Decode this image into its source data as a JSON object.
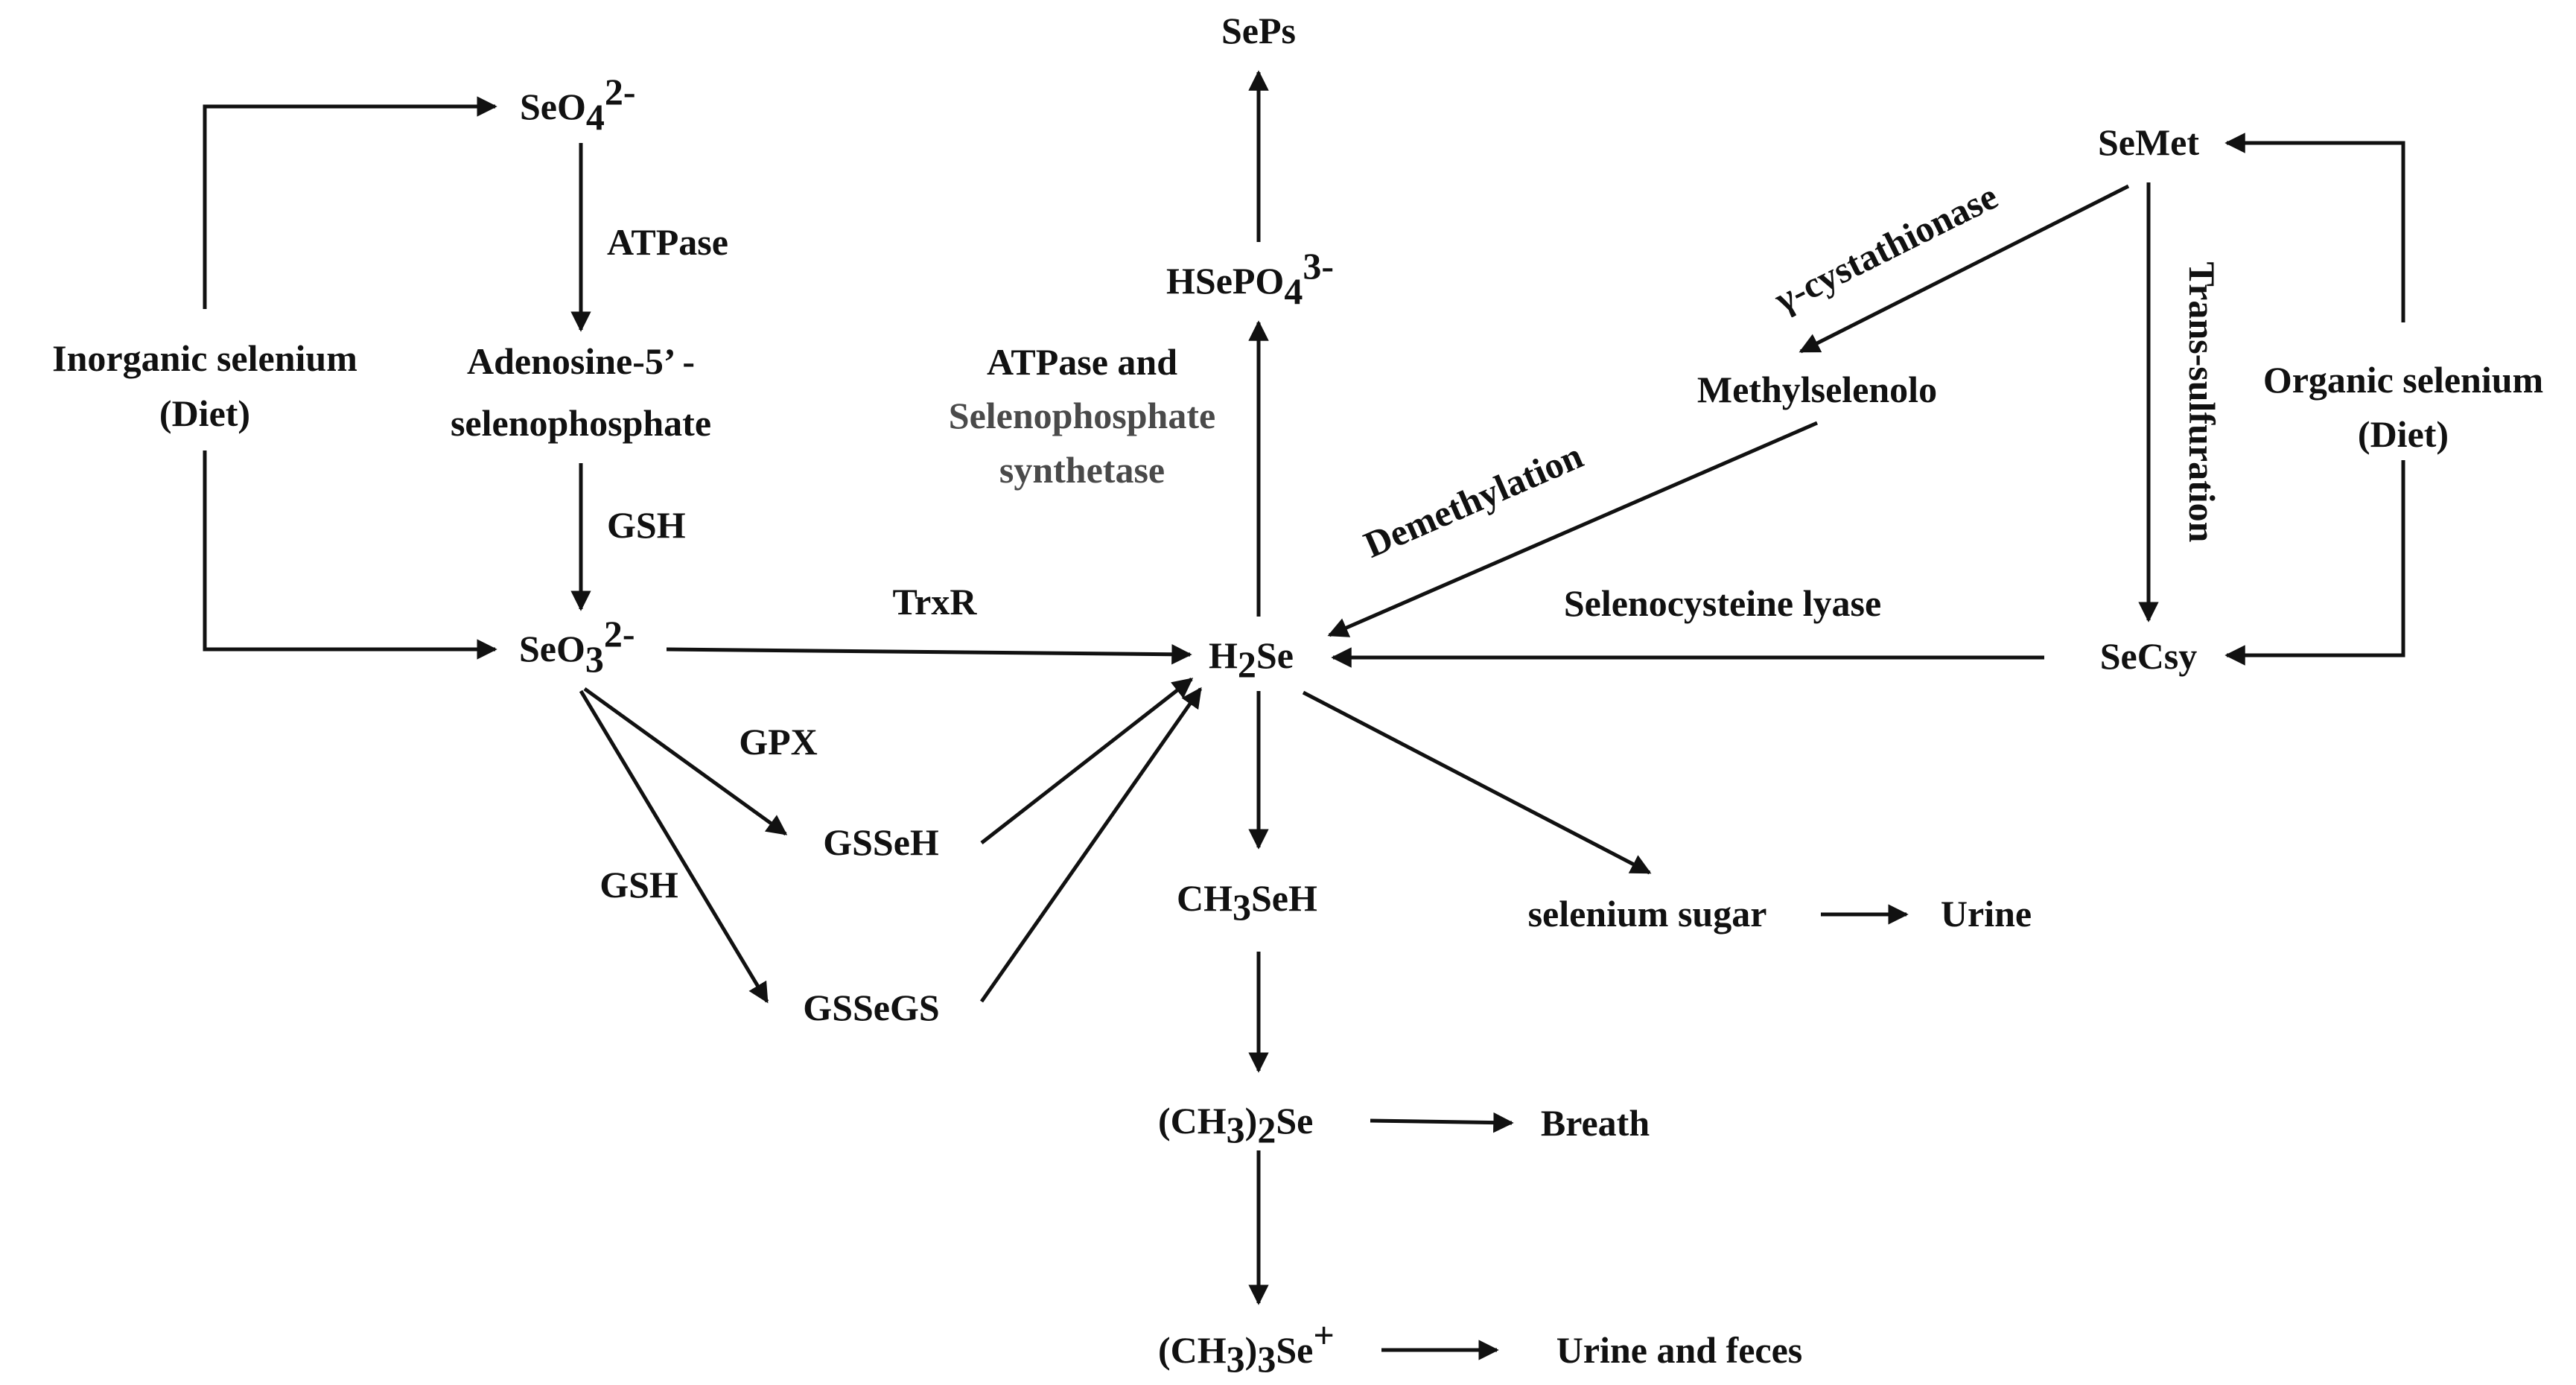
{
  "nodes": {
    "inorganic_line1": "Inorganic selenium",
    "inorganic_line2": "(Diet)",
    "organic_line1": "Organic selenium",
    "organic_line2": "(Diet)",
    "seo4": {
      "base": "SeO",
      "sub": "4",
      "sup": "2-"
    },
    "adenosine_line1": "Adenosine-5’ -",
    "adenosine_line2": "selenophosphate",
    "seo3": {
      "base": "SeO",
      "sub": "3",
      "sup": "2-"
    },
    "h2se": {
      "pre": "H",
      "sub": "2",
      "post": "Se"
    },
    "hsepo4": {
      "base": "HSePO",
      "sub": "4",
      "sup": "3-"
    },
    "seps": "SePs",
    "semet": "SeMet",
    "methylselenolo": "Methylselenolo",
    "secsy": "SeCsy",
    "gssesh": "GSSeH",
    "gssegs": "GSSeGS",
    "ch3seh": {
      "pre": "CH",
      "sub": "3",
      "post": "SeH"
    },
    "ch3_2se": {
      "pre": "(CH",
      "sub": "3",
      "mid": ")",
      "sub2": "2",
      "post": "Se"
    },
    "ch3_3se": {
      "pre": "(CH",
      "sub": "3",
      "mid": ")",
      "sub2": "3",
      "post": "Se",
      "sup": "+"
    },
    "selenium_sugar": "selenium sugar",
    "urine": "Urine",
    "breath": "Breath",
    "urine_feces": "Urine and feces"
  },
  "labels": {
    "atpase": "ATPase",
    "gsh_top": "GSH",
    "trxr": "TrxR",
    "gpx": "GPX",
    "gsh_bottom": "GSH",
    "atpase_and": "ATPase and",
    "selenophosphate": "Selenophosphate",
    "synthetase": "synthetase",
    "gamma_cystathionase": "γ-cystathionase",
    "trans_sulfuration": "Trans-sulfuration",
    "demethylation": "Demethylation",
    "selenocysteine_lyase": "Selenocysteine lyase"
  }
}
